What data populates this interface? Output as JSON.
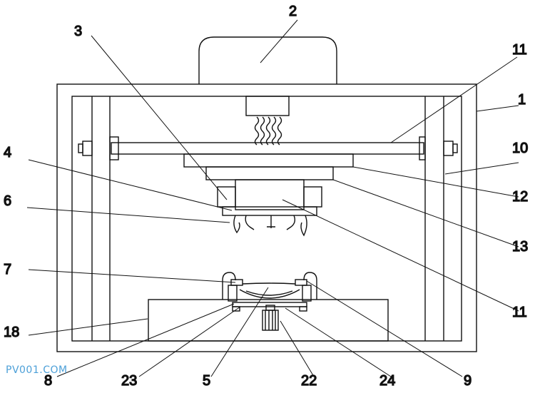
{
  "labels": [
    "1",
    "2",
    "3",
    "4",
    "6",
    "7",
    "18",
    "8",
    "23",
    "5",
    "22",
    "24",
    "9",
    "11",
    "10",
    "12",
    "13",
    "11"
  ],
  "watermark": "PV001.COM"
}
